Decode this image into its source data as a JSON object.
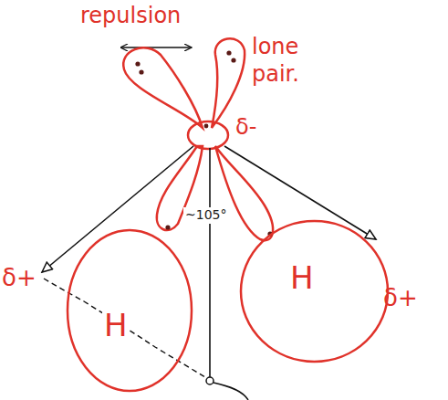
{
  "diagram": {
    "nodes": [
      {
        "text": [
          "H"
        ]
      },
      {
        "text": [
          "H"
        ]
      }
    ],
    "labels": [
      "repulsion",
      "lone pair.",
      "δ-",
      "~105°",
      "δ+",
      "δ+"
    ]
  }
}
